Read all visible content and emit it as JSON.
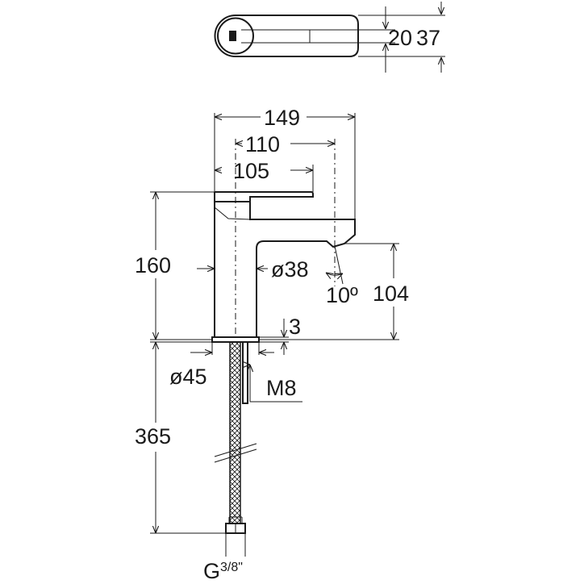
{
  "drawing": {
    "top_view": {
      "dim_width_inner": "20",
      "dim_width_outer": "37"
    },
    "side_view": {
      "dim_overall_length": "149",
      "dim_spout_axis": "110",
      "dim_lever_length": "105",
      "dim_height": "160",
      "dim_body_diameter": "ø38",
      "dim_spout_angle": "10º",
      "dim_spout_height": "104",
      "dim_flange_thickness": "3",
      "dim_flange_diameter": "ø45",
      "dim_thread": "M8",
      "dim_hose_length": "365",
      "connection_prefix": "G",
      "connection_num": "3",
      "connection_sep": "/",
      "connection_den": "8\""
    }
  }
}
